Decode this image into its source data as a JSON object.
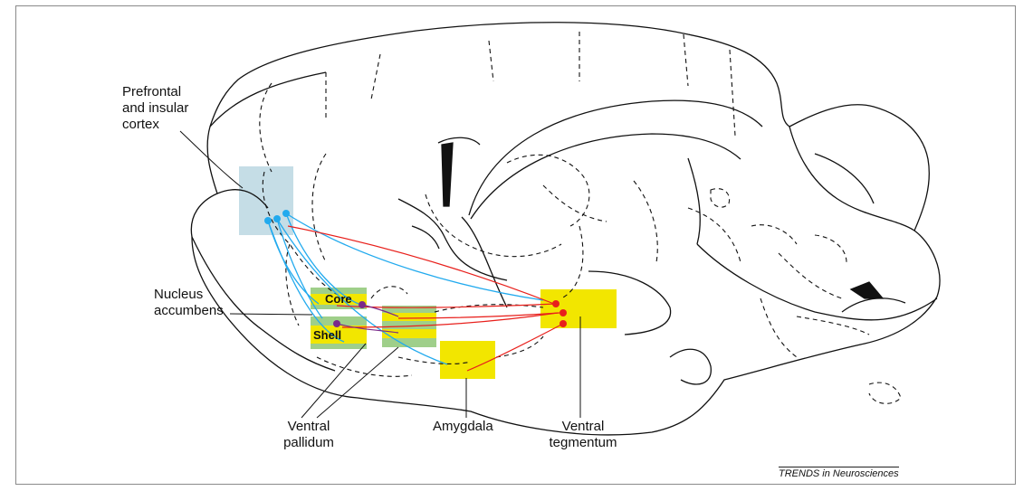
{
  "labels": {
    "prefrontal": "Prefrontal\nand insular\ncortex",
    "accumbens": "Nucleus\naccumbens",
    "core": "Core",
    "shell": "Shell",
    "pallidum": "Ventral\npallidum",
    "amygdala": "Amygdala",
    "tegmentum": "Ventral\ntegmentum"
  },
  "credit": "TRENDS in Neurosciences",
  "colors": {
    "glutamate_pathway": "#22aaee",
    "dopamine_pathway": "#e8201c",
    "accumbens_output": "#7a2a8a",
    "prefrontal_region": "#c5dde6",
    "yellow_region": "#f2e600",
    "green_region": "#9fcf8a"
  }
}
